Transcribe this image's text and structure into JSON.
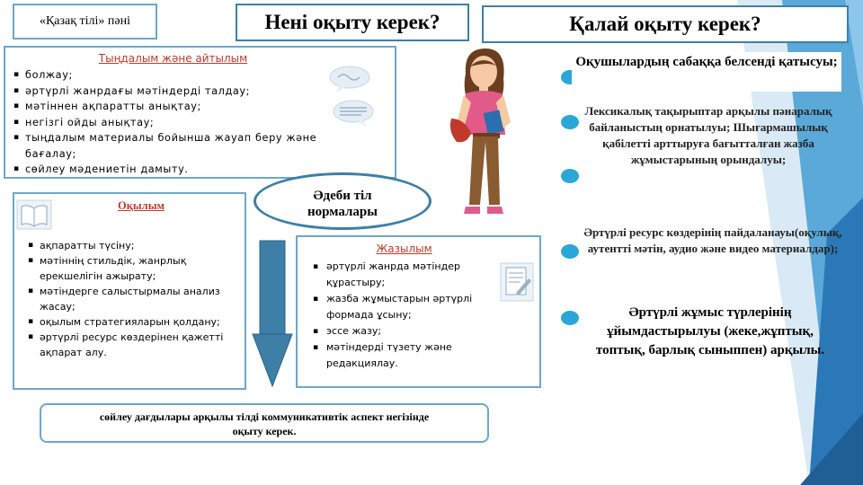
{
  "header": {
    "subject_label": "«Қазақ тілі» пәні",
    "what_title": "Нені оқыту керек?",
    "how_title": "Қалай оқыту керек?"
  },
  "listening": {
    "heading": "Тыңдалым және айтылым",
    "items": [
      "болжау;",
      "әртүрлі жанрдағы мәтіндерді талдау;",
      "мәтіннен ақпаратты анықтау;",
      "негізгі ойды анықтау;",
      "тыңдалым материалы бойынша жауап беру және бағалау;",
      "сөйлеу мәдениетін дамыту."
    ]
  },
  "reading": {
    "heading": "Оқылым",
    "items": [
      "ақпаратты түсіну;",
      "мәтіннің стильдік, жанрлық ерекшелігін ажырату;",
      "мәтіндерге салыстырмалы анализ жасау;",
      "оқылым стратегияларын қолдану;",
      "әртүрлі ресурс көздерінен қажетті ақпарат алу."
    ]
  },
  "writing": {
    "heading": "Жазылым",
    "items": [
      "әртүрлі жанрда мәтіндер құрастыру;",
      "жазба жұмыстарын әртүрлі формада ұсыну;",
      "эссе жазу;",
      "мәтіндерді түзету және редакциялау."
    ]
  },
  "norms": {
    "label": "Әдеби тіл нормалары"
  },
  "bottom_note": "сөйлеу дағдылары арқылы тілді коммуникативтік аспект негізінде оқыту керек.",
  "right": {
    "heading": "Оқушылардың сабаққа белсенді қатысуы;",
    "text1": "Лексикалық тақырыптар арқылы пәнаралық байланыстың орнатылуы; Шығармашылық қабілетті арттыруға бағытталған жазба жұмыстарының орындалуы;",
    "text2": "Әртүрлі ресурс көздерінің пайдаланауы(оқулық, аутентті мәтін, аудио және видео материалдар);",
    "text3": "Әртүрлі жұмыс түрлерінің ұйымдастырылуы (жеке,жұптық, топтық, барлық сыныппен) арқылы."
  },
  "colors": {
    "accent_blue": "#2aa7d8",
    "box_border": "#6ea7c8",
    "arrow_blue": "#3d7fa6",
    "heading_red": "#c0392b"
  }
}
